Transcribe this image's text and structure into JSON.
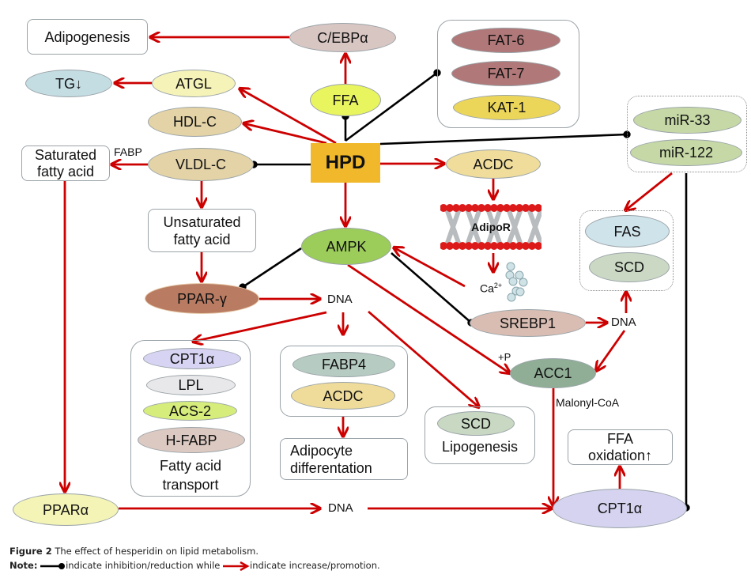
{
  "diagram": {
    "center": {
      "label": "HPD",
      "color": "#f0b82a"
    },
    "nodes": {
      "adipogenesis": {
        "label": "Adipogenesis",
        "shape": "rect"
      },
      "cebp": {
        "label": "C/EBPα",
        "color": "#d8c6c3"
      },
      "fat_group": {
        "items": [
          {
            "label": "FAT-6",
            "color": "#b07878"
          },
          {
            "label": "FAT-7",
            "color": "#b07878"
          },
          {
            "label": "KAT-1",
            "color": "#ecd65a"
          }
        ]
      },
      "tg": {
        "label": "TG↓",
        "color": "#c4dde3"
      },
      "atgl": {
        "label": "ATGL",
        "color": "#f5f3b8"
      },
      "ffa": {
        "label": "FFA",
        "color": "#e9f55e"
      },
      "hdlc": {
        "label": "HDL-C",
        "color": "#e3d3a6"
      },
      "vldlc": {
        "label": "VLDL-C",
        "color": "#e3d3a6"
      },
      "saturated": {
        "label": "Saturated fatty acid",
        "shape": "rect"
      },
      "fabp_label": "FABP",
      "mir_group": {
        "items": [
          {
            "label": "miR-33",
            "color": "#c5d8a6"
          },
          {
            "label": "miR-122",
            "color": "#c5d8a6"
          }
        ]
      },
      "acdc_top": {
        "label": "ACDC",
        "color": "#f0dd9b"
      },
      "adipor": {
        "label": "AdipoR"
      },
      "ca": {
        "label": "Ca",
        "superscript": "2+"
      },
      "fas_group": {
        "items": [
          {
            "label": "FAS",
            "color": "#cfe3ea"
          },
          {
            "label": "SCD",
            "color": "#cad8c4"
          }
        ]
      },
      "unsaturated": {
        "label": "Unsaturated fatty acid",
        "shape": "rect"
      },
      "ampk": {
        "label": "AMPK",
        "color": "#9ccc5a"
      },
      "pparg": {
        "label": "PPAR-γ",
        "color": "#b97c63"
      },
      "dna1": {
        "label": "DNA"
      },
      "srebp1": {
        "label": "SREBP1",
        "color": "#d9bdb3"
      },
      "dna2": {
        "label": "DNA"
      },
      "plusp": {
        "label": "+P"
      },
      "acc1": {
        "label": "ACC1",
        "color": "#8fae95"
      },
      "transport_group": {
        "items": [
          {
            "label": "CPT1α",
            "color": "#d7d3f2"
          },
          {
            "label": "LPL",
            "color": "#e8e8ea"
          },
          {
            "label": "ACS-2",
            "color": "#d6ed7c"
          },
          {
            "label": "H-FABP",
            "color": "#dcc9c2"
          }
        ],
        "caption": "Fatty acid transport"
      },
      "diff_group": {
        "items": [
          {
            "label": "FABP4",
            "color": "#b6cbc1"
          },
          {
            "label": "ACDC",
            "color": "#efdc9a"
          }
        ]
      },
      "adipocyte": {
        "label": "Adipocyte differentation",
        "shape": "rect"
      },
      "lipo_group": {
        "items": [
          {
            "label": "SCD",
            "color": "#c8d8c2"
          }
        ],
        "caption": "Lipogenesis"
      },
      "malonyl": {
        "label": "Malonyl-CoA"
      },
      "ffa_ox": {
        "label": "FFA oxidation↑",
        "shape": "rect"
      },
      "cpt1a": {
        "label": "CPT1α",
        "color": "#d5d3ef"
      },
      "ppara": {
        "label": "PPARα",
        "color": "#f3f4b6"
      },
      "dna3": {
        "label": "DNA"
      }
    },
    "edges": [
      {
        "from": "cebp",
        "to": "adipogenesis",
        "type": "promotion"
      },
      {
        "from": "ffa",
        "to": "cebp",
        "type": "promotion"
      },
      {
        "from": "hpd",
        "to": "ffa",
        "type": "inhibition"
      },
      {
        "from": "hpd",
        "to": "fat_group",
        "type": "inhibition"
      },
      {
        "from": "hpd",
        "to": "mir_group",
        "type": "inhibition"
      },
      {
        "from": "atgl",
        "to": "tg",
        "type": "promotion"
      },
      {
        "from": "hpd",
        "to": "atgl",
        "type": "promotion"
      },
      {
        "from": "hpd",
        "to": "hdlc",
        "type": "promotion"
      },
      {
        "from": "hpd",
        "to": "vldlc",
        "type": "inhibition"
      },
      {
        "from": "vldlc",
        "to": "saturated",
        "type": "promotion"
      },
      {
        "from": "vldlc",
        "to": "unsaturated",
        "type": "promotion"
      },
      {
        "from": "hpd",
        "to": "acdc_top",
        "type": "promotion"
      },
      {
        "from": "hpd",
        "to": "ampk",
        "type": "promotion"
      },
      {
        "from": "acdc_top",
        "to": "adipor",
        "type": "promotion"
      },
      {
        "from": "adipor",
        "to": "ca",
        "type": "promotion"
      },
      {
        "from": "ca",
        "to": "ampk",
        "type": "promotion"
      },
      {
        "from": "unsaturated",
        "to": "pparg",
        "type": "promotion"
      },
      {
        "from": "ampk",
        "to": "pparg",
        "type": "inhibition"
      },
      {
        "from": "ampk",
        "to": "srebp1",
        "type": "inhibition"
      },
      {
        "from": "ampk",
        "to": "acc1",
        "type": "promotion"
      },
      {
        "from": "pparg",
        "to": "dna1",
        "type": "promotion"
      },
      {
        "from": "dna1",
        "to": "transport_group",
        "type": "promotion"
      },
      {
        "from": "dna1",
        "to": "diff_group",
        "type": "promotion"
      },
      {
        "from": "dna1",
        "to": "lipo_group",
        "type": "promotion"
      },
      {
        "from": "diff_group",
        "to": "adipocyte",
        "type": "promotion"
      },
      {
        "from": "srebp1",
        "to": "dna2",
        "type": "promotion"
      },
      {
        "from": "dna2",
        "to": "fas_group",
        "type": "promotion"
      },
      {
        "from": "dna2",
        "to": "acc1",
        "type": "promotion"
      },
      {
        "from": "mir_group",
        "to": "fas_group",
        "type": "promotion"
      },
      {
        "from": "mir_group",
        "to": "cpt1a",
        "type": "inhibition"
      },
      {
        "from": "acc1",
        "to": "cpt1a",
        "type": "promotion"
      },
      {
        "from": "cpt1a",
        "to": "ffa_ox",
        "type": "promotion"
      },
      {
        "from": "saturated",
        "to": "ppara",
        "type": "promotion"
      },
      {
        "from": "ppara",
        "to": "dna3",
        "type": "promotion"
      },
      {
        "from": "dna3",
        "to": "cpt1a",
        "type": "promotion"
      }
    ],
    "colors": {
      "promotion": "#cc0000",
      "inhibition": "#000000"
    }
  },
  "caption": {
    "figure_label": "Figure 2",
    "title": "The effect of hesperidin on lipid metabolism.",
    "note_label": "Note:",
    "inhibition_text": "indicate inhibition/reduction while",
    "promotion_text": "indicate increase/promotion."
  }
}
